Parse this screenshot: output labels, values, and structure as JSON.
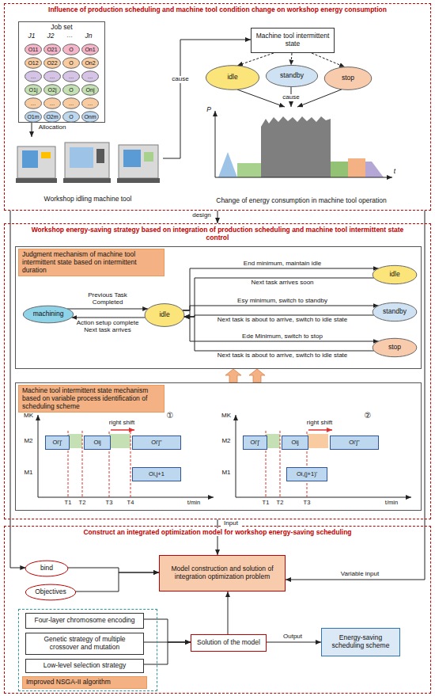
{
  "diagram": {
    "nodes": [
      {
        "text": [
          "Influence of production scheduling and machine tool condition change on workshop energy consumption"
        ]
      },
      {
        "text": [
          "Job set"
        ],
        "in": 0
      },
      {
        "text": [
          "O11"
        ],
        "in": 1
      },
      {
        "text": [
          "O21"
        ],
        "in": 1
      },
      {
        "text": [
          "O"
        ],
        "in": 1
      },
      {
        "text": [
          "On1"
        ],
        "in": 1
      },
      {
        "text": [
          "O12"
        ],
        "in": 1
      },
      {
        "text": [
          "O22"
        ],
        "in": 1
      },
      {
        "text": [
          "O"
        ],
        "in": 1
      },
      {
        "text": [
          "On2"
        ],
        "in": 1
      },
      {
        "text": [
          "…"
        ],
        "in": 1
      },
      {
        "text": [
          "…"
        ],
        "in": 1
      },
      {
        "text": [
          "…"
        ],
        "in": 1
      },
      {
        "text": [
          "…"
        ],
        "in": 1
      },
      {
        "text": [
          "O1j"
        ],
        "in": 1
      },
      {
        "text": [
          "O2j"
        ],
        "in": 1
      },
      {
        "text": [
          "O"
        ],
        "in": 1
      },
      {
        "text": [
          "Onj"
        ],
        "in": 1
      },
      {
        "text": [
          "…"
        ],
        "in": 1
      },
      {
        "text": [
          "…"
        ],
        "in": 1
      },
      {
        "text": [
          "…"
        ],
        "in": 1
      },
      {
        "text": [
          "…"
        ],
        "in": 1
      },
      {
        "text": [
          "O1m"
        ],
        "in": 1
      },
      {
        "text": [
          "O2m"
        ],
        "in": 1
      },
      {
        "text": [
          "O"
        ],
        "in": 1
      },
      {
        "text": [
          "Onm"
        ],
        "in": 1
      },
      {
        "text": [
          "Workshop idling machine tool"
        ],
        "in": 0
      },
      {
        "text": [
          "Machine tool intermittent state"
        ],
        "in": 0
      },
      {
        "text": [
          "idle"
        ],
        "in": 0
      },
      {
        "text": [
          "standby"
        ],
        "in": 0
      },
      {
        "text": [
          "stop"
        ],
        "in": 0
      },
      {
        "text": [
          "Change of energy consumption in machine tool operation"
        ],
        "in": 0
      },
      {
        "text": [
          "Workshop energy-saving strategy based on integration of production scheduling and machine tool intermittent state control"
        ]
      },
      {
        "text": [
          "Judgment mechanism of machine tool intermittent state based on intermittent duration"
        ],
        "in": 32
      },
      {
        "text": [
          "machining"
        ],
        "in": 33
      },
      {
        "text": [
          "idle"
        ],
        "in": 33
      },
      {
        "text": [
          "idle"
        ],
        "in": 33
      },
      {
        "text": [
          "standby"
        ],
        "in": 33
      },
      {
        "text": [
          "stop"
        ],
        "in": 33
      },
      {
        "text": [
          "Machine tool intermittent state mechanism based on variable process identification of scheduling scheme"
        ],
        "in": 32
      },
      {
        "text": [
          "Oi'j'"
        ],
        "in": 39
      },
      {
        "text": [
          "Oij"
        ],
        "in": 39
      },
      {
        "text": [
          "Oi'j''"
        ],
        "in": 39
      },
      {
        "text": [
          "Oi,j+1"
        ],
        "in": 39
      },
      {
        "text": [
          "Oi'j'"
        ],
        "in": 39
      },
      {
        "text": [
          "Oij"
        ],
        "in": 39
      },
      {
        "text": [
          "Oi'j''"
        ],
        "in": 39
      },
      {
        "text": [
          "Oi,(j+1)'"
        ],
        "in": 39
      },
      {
        "text": [
          "Construct an integrated optimization model for workshop energy-saving scheduling"
        ]
      },
      {
        "text": [
          "bind"
        ],
        "in": 48
      },
      {
        "text": [
          "Objectives"
        ],
        "in": 48
      },
      {
        "text": [
          "Model construction and solution of integration optimization problem"
        ],
        "in": 48
      },
      {
        "text": [
          "Improved NSGA-II algorithm"
        ],
        "in": 48
      },
      {
        "text": [
          "Four-layer chromosome encoding"
        ],
        "in": 52
      },
      {
        "text": [
          "Genetic strategy of multiple crossover and mutation"
        ],
        "in": 52
      },
      {
        "text": [
          "Low-level selection strategy"
        ],
        "in": 52
      },
      {
        "text": [
          "Solution of the model"
        ],
        "in": 48
      },
      {
        "text": [
          "Energy-saving scheduling scheme"
        ],
        "in": 48
      }
    ],
    "edges": [
      {
        "from": 1,
        "to": 26,
        "label": "Allocation",
        "arrow": "to"
      },
      {
        "from": 26,
        "to": 27,
        "label": "cause",
        "arrow": "to"
      },
      {
        "from": 27,
        "to": 28,
        "arrow": "to"
      },
      {
        "from": 27,
        "to": 29,
        "arrow": "to"
      },
      {
        "from": 27,
        "to": 30,
        "arrow": "to"
      },
      {
        "from": 28,
        "to": 31,
        "arrow": "to"
      },
      {
        "from": 29,
        "to": 31,
        "label": "cause",
        "arrow": "to"
      },
      {
        "from": 30,
        "to": 31,
        "arrow": "to"
      },
      {
        "from": 0,
        "to": 32,
        "label": "design",
        "arrow": "to"
      },
      {
        "from": 0,
        "to": 49,
        "arrow": "to"
      },
      {
        "from": 0,
        "to": 51,
        "label": "Variable input",
        "arrow": "to"
      },
      {
        "from": 34,
        "to": 35,
        "label": "Previous Task Completed",
        "arrow": "to"
      },
      {
        "from": 35,
        "to": 34,
        "label": "Action setup complete Next task arrives",
        "arrow": "to"
      },
      {
        "from": 35,
        "to": 36,
        "label": "End minimum, maintain idle",
        "arrow": "to"
      },
      {
        "from": 36,
        "to": 35,
        "label": "Next task arrives soon",
        "arrow": "to"
      },
      {
        "from": 35,
        "to": 37,
        "label": "Esy minimum, switch to standby",
        "arrow": "to"
      },
      {
        "from": 37,
        "to": 35,
        "label": "Next task is about to arrive, switch to idle state",
        "arrow": "to"
      },
      {
        "from": 35,
        "to": 38,
        "label": "Ede Minimum, switch to stop",
        "arrow": "to"
      },
      {
        "from": 38,
        "to": 35,
        "label": "Next task is about to arrive, switch to idle state",
        "arrow": "to"
      },
      {
        "from": 39,
        "to": 33,
        "arrow": "to"
      },
      {
        "from": 39,
        "to": 33,
        "arrow": "to"
      },
      {
        "from": 32,
        "to": 51,
        "label": "Input",
        "arrow": "to"
      },
      {
        "from": 49,
        "to": 51,
        "arrow": "to"
      },
      {
        "from": 50,
        "to": 51,
        "arrow": "to"
      },
      {
        "from": 53,
        "to": 56,
        "arrow": "to"
      },
      {
        "from": 54,
        "to": 56,
        "arrow": "to"
      },
      {
        "from": 55,
        "to": 56,
        "arrow": "to"
      },
      {
        "from": 56,
        "to": 51,
        "arrow": "to"
      },
      {
        "from": 56,
        "to": 57,
        "label": "Output",
        "arrow": "to"
      }
    ],
    "labels": [
      "J1",
      "J2",
      "…",
      "Jn",
      "P",
      "t",
      "MK",
      "M2",
      "M1",
      "right shift",
      "①",
      "T1",
      "T2",
      "T3",
      "T4",
      "t/min",
      "MK",
      "M2",
      "M1",
      "right shift",
      "②",
      "T1",
      "T2",
      "T3",
      "t/min"
    ]
  }
}
